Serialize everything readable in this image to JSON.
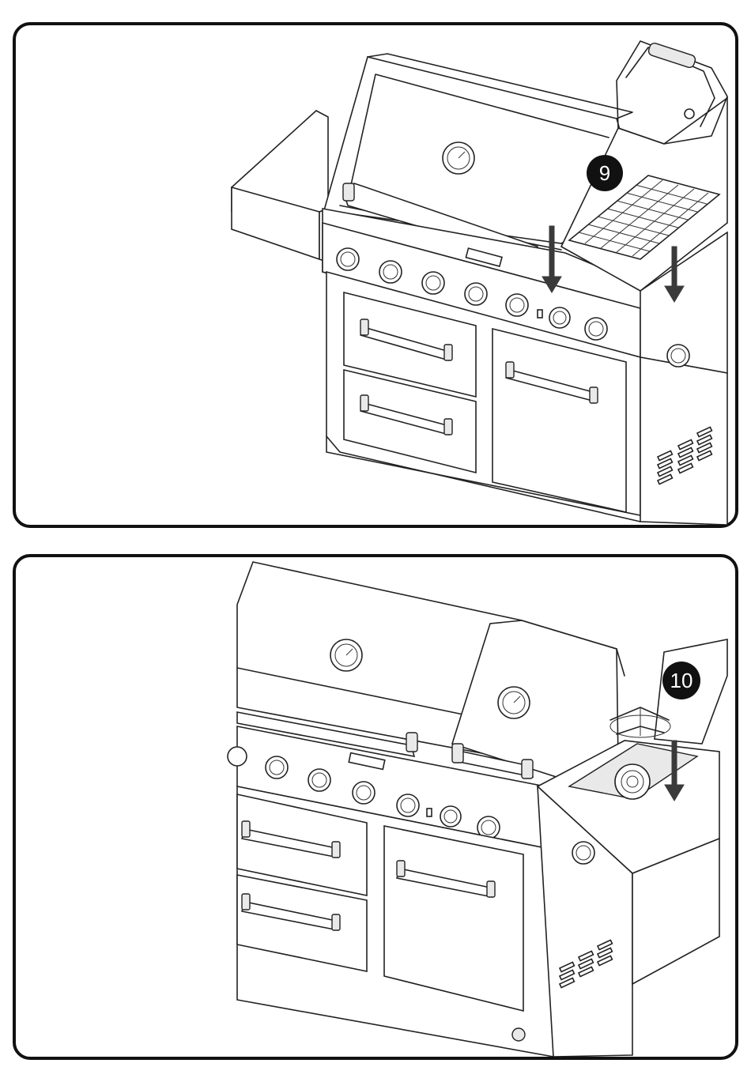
{
  "steps": [
    {
      "number": "9",
      "icon": "grill-with-side-burner-grate-installation"
    },
    {
      "number": "10",
      "icon": "side-burner-grate-installation"
    }
  ],
  "colors": {
    "ink": "#111111",
    "badge": "#111111",
    "badge_text": "#ffffff",
    "background": "#ffffff"
  }
}
